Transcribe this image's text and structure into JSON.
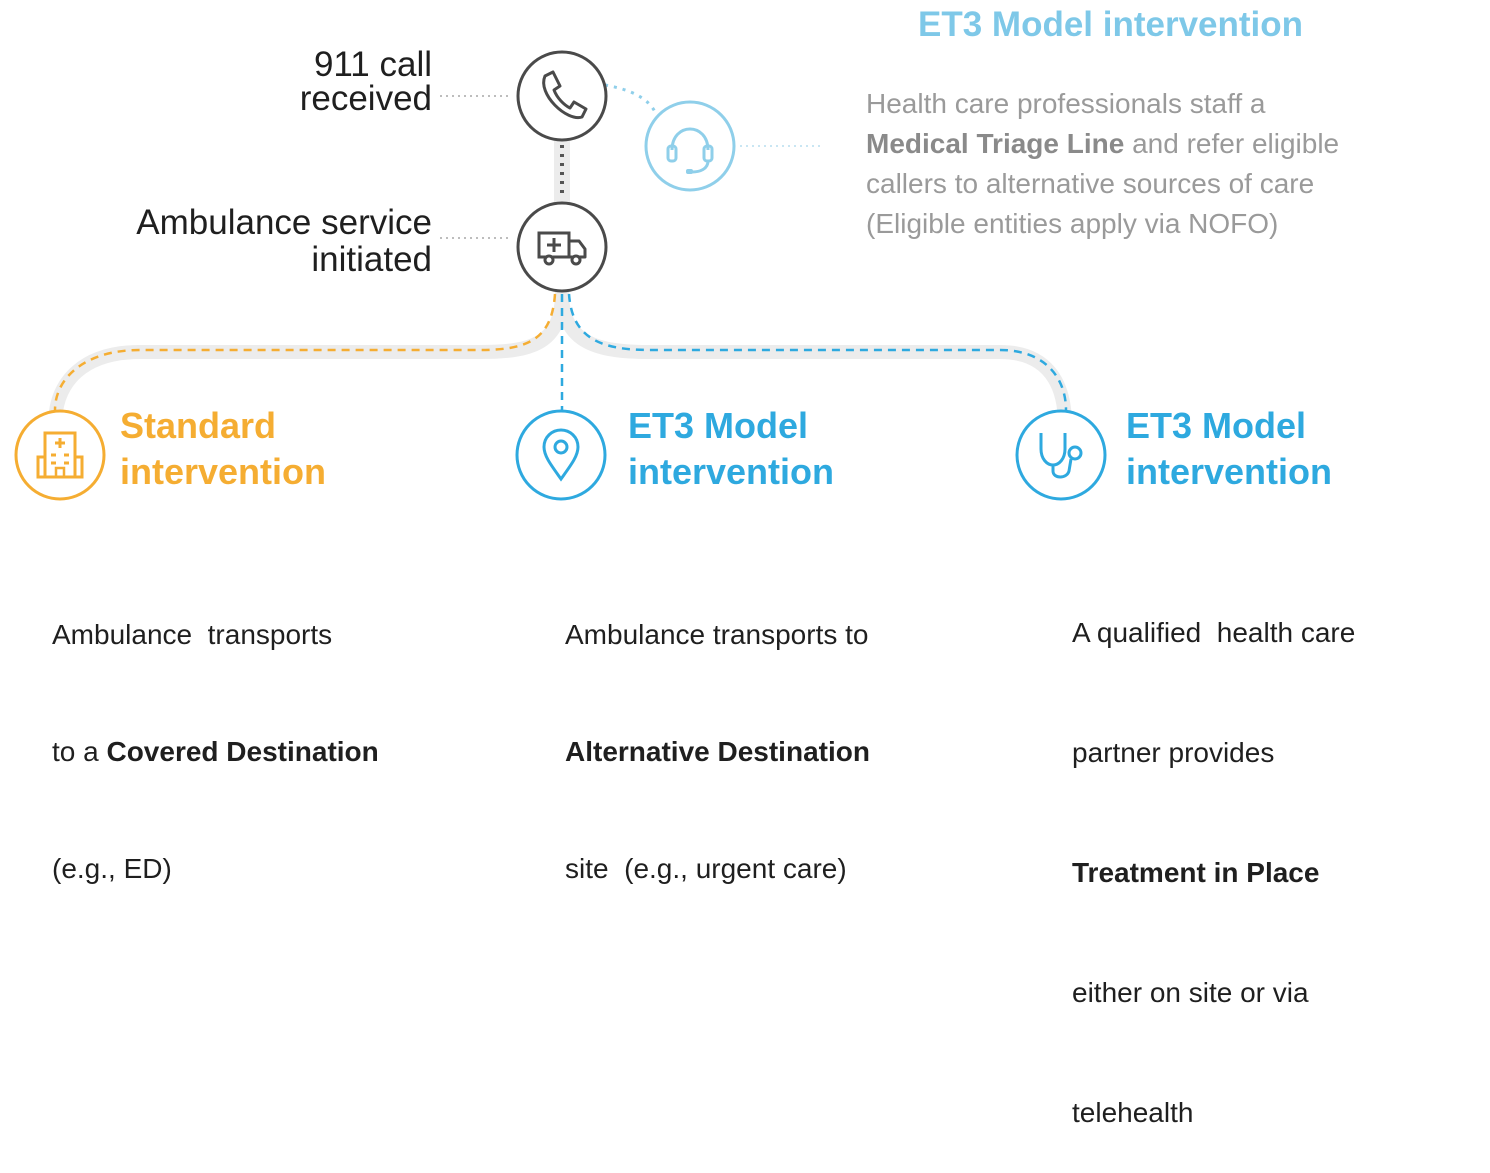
{
  "colors": {
    "orange": "#f5ad32",
    "blue": "#2ea9df",
    "light_blue": "#8fcfea",
    "dark": "#4a4a4a",
    "track": "#ececec"
  },
  "steps": [
    {
      "line1": "911 call",
      "line2": "received",
      "icon": "phone-icon"
    },
    {
      "line1": "Ambulance service",
      "line2": "initiated",
      "icon": "ambulance-icon"
    }
  ],
  "triage": {
    "title": "ET3 Model intervention",
    "icon": "headset-icon",
    "line1": "Health care professionals staff a",
    "line2_bold": "Medical Triage Line",
    "line2_rest": " and refer eligible",
    "line3": "callers to alternative sources of care",
    "line4": "(Eligible entities apply via NOFO)"
  },
  "options": [
    {
      "icon": "hospital-icon",
      "title_line1": "Standard",
      "title_line2": "intervention",
      "desc_line1": "Ambulance  transports",
      "desc_line2_pre": "to a ",
      "desc_line2_bold": "Covered Destination",
      "desc_line3": "(e.g., ED)"
    },
    {
      "icon": "location-pin-icon",
      "title_line1": "ET3 Model",
      "title_line2": "intervention",
      "desc_line1": "Ambulance transports to",
      "desc_line2_bold": "Alternative Destination",
      "desc_line3": "site  (e.g., urgent care)"
    },
    {
      "icon": "stethoscope-icon",
      "title_line1": "ET3 Model",
      "title_line2": "intervention",
      "desc_line1": "A qualified  health care",
      "desc_line2": "partner provides",
      "desc_line3_bold": "Treatment in Place",
      "desc_line4": "either on site or via",
      "desc_line5": "telehealth"
    }
  ]
}
